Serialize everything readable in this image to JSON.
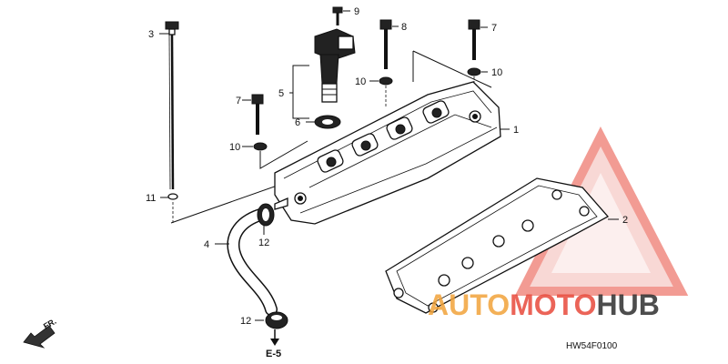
{
  "callouts": {
    "c1": "1",
    "c2": "2",
    "c3": "3",
    "c4": "4",
    "c5": "5",
    "c6": "6",
    "c7a": "7",
    "c7b": "7",
    "c8": "8",
    "c9": "9",
    "c10a": "10",
    "c10b": "10",
    "c10c": "10",
    "c11": "11",
    "c12a": "12",
    "c12b": "12"
  },
  "reference_code": "HW54F0100",
  "section_ref": "E-5",
  "direction_label": "FR.",
  "watermark": {
    "auto": "AUTO",
    "moto": "MOTO",
    "hub": "HUB",
    "colors": {
      "accent": "#e84a3c",
      "orange": "#f2a33a",
      "dark": "#2f2f2f"
    }
  }
}
